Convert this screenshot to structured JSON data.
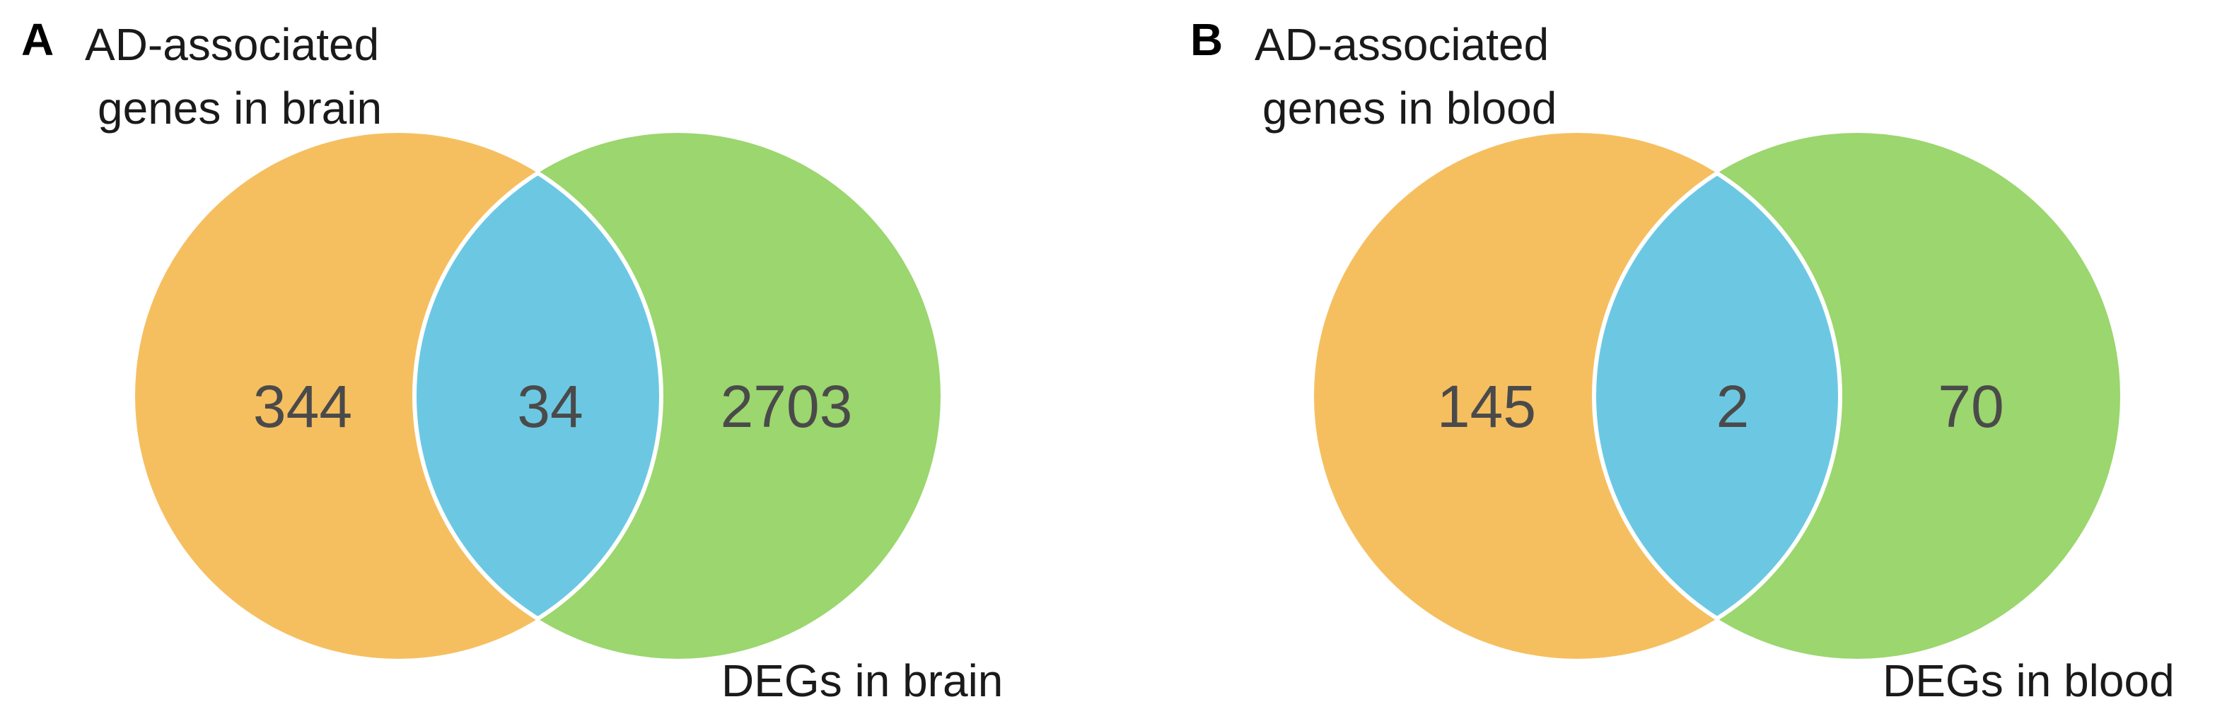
{
  "colors": {
    "left_set": "#F5BF60",
    "right_set": "#9BD66E",
    "intersection": "#6CC8E2",
    "outline": "#FFFFFF"
  },
  "panels": [
    {
      "letter": "A",
      "left_label_line1": "AD-associated",
      "left_label_line2": "genes in brain",
      "right_label": "DEGs in brain",
      "left_only": "344",
      "overlap": "34",
      "right_only": "2703"
    },
    {
      "letter": "B",
      "left_label_line1": "AD-associated",
      "left_label_line2": "genes in blood",
      "right_label": "DEGs in blood",
      "left_only": "145",
      "overlap": "2",
      "right_only": "70"
    }
  ]
}
